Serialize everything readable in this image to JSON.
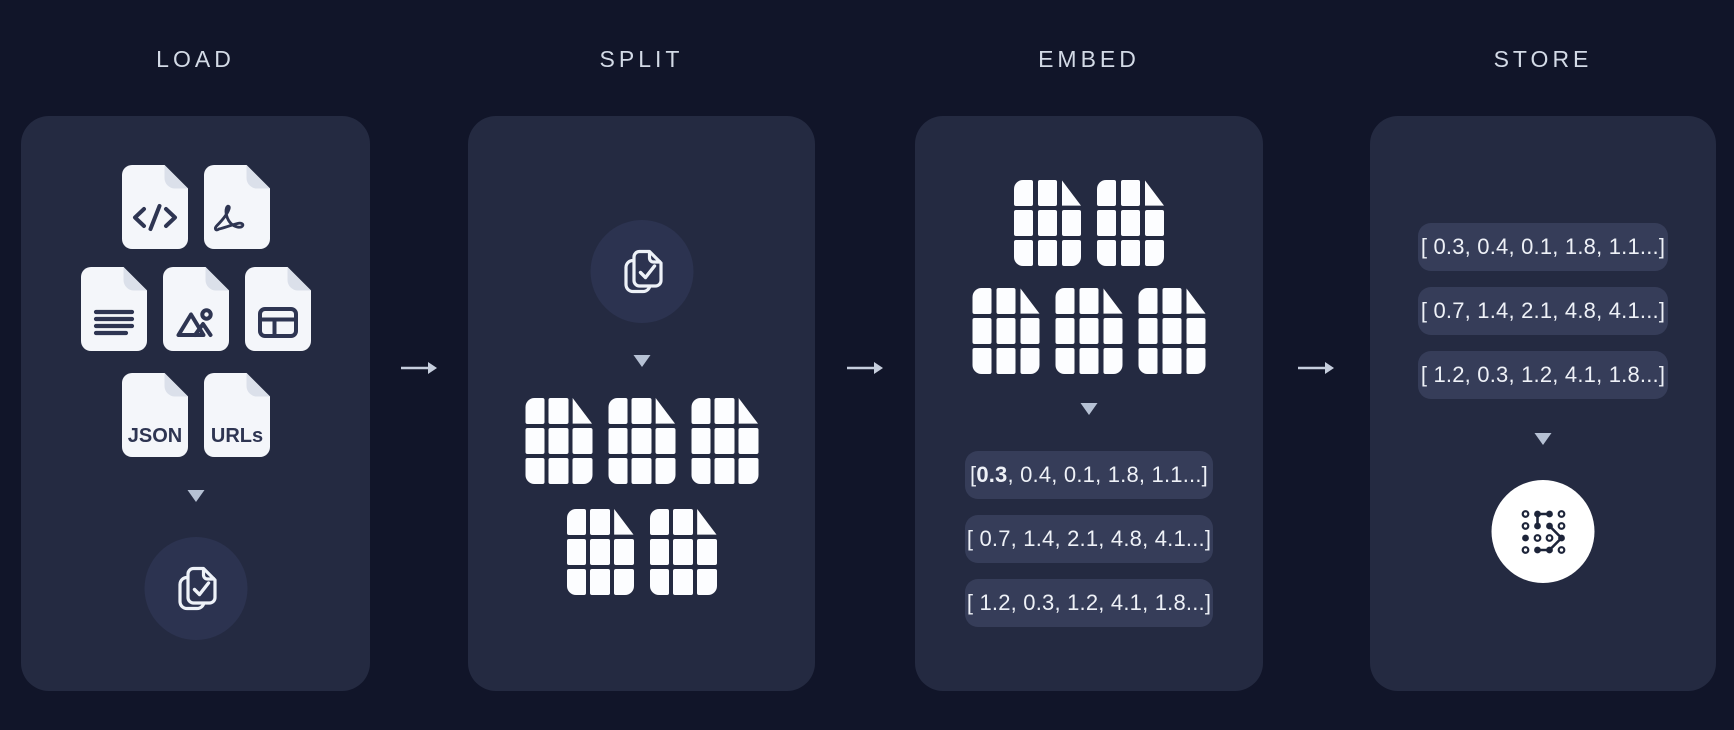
{
  "stages": {
    "load": {
      "title": "LOAD",
      "file_icons": [
        "code-file-icon",
        "pdf-file-icon",
        "text-file-icon",
        "image-file-icon",
        "table-file-icon",
        "json-file-icon",
        "urls-file-icon"
      ],
      "json_file_label": "JSON",
      "urls_file_label": "URLs",
      "result_icon": "documents-check-icon"
    },
    "split": {
      "title": "SPLIT",
      "source_icon": "documents-check-icon",
      "chunk_count": 5
    },
    "embed": {
      "title": "EMBED",
      "chunk_count": 5,
      "vectors": [
        {
          "pre": "[ ",
          "bold": "0.3",
          "rest": ", 0.4, 0.1, 1.8, 1.1...]"
        },
        {
          "text": "[ 0.7, 1.4, 2.1, 4.8, 4.1...]"
        },
        {
          "text": "[ 1.2, 0.3, 1.2, 4.1, 1.8...]"
        }
      ]
    },
    "store": {
      "title": "STORE",
      "vectors": [
        "[ 0.3, 0.4, 0.1, 1.8, 1.1...]",
        "[ 0.7, 1.4, 2.1, 4.8, 4.1...]",
        "[ 1.2, 0.3, 1.2, 4.1, 1.8...]"
      ],
      "db_icon": "vector-database-dots-icon"
    }
  },
  "flow_icons": [
    "arrow-right-icon",
    "triangle-down-icon"
  ],
  "colors": {
    "background": "#111529",
    "panel": "#242a41",
    "icon_circle": "#2c3350",
    "vector_pill": "#363d59",
    "document": "#f4f6fa",
    "document_fold": "#dbe0ea",
    "glyph": "#2e3552",
    "title_text": "#d3dae6",
    "arrow": "#c6cedd",
    "store_circle": "#ffffff",
    "store_icon": "#1d2439"
  }
}
